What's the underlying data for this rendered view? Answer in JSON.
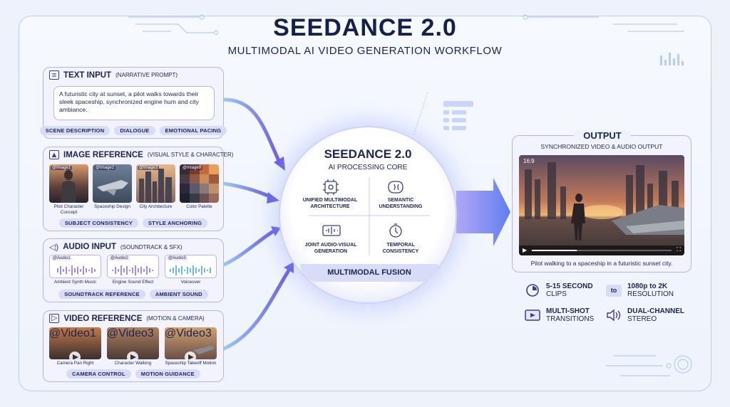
{
  "header": {
    "title": "SEEDANCE 2.0",
    "subtitle": "MULTIMODAL AI VIDEO GENERATION WORKFLOW"
  },
  "text_input": {
    "title": "TEXT INPUT",
    "sub": "(NARRATIVE PROMPT)",
    "prompt": "A futuristic city at sunset, a pilot walks towards their sleek spaceship, synchronized engine hum and city ambiance.",
    "tags": [
      "SCENE DESCRIPTION",
      "DIALOGUE",
      "EMOTIONAL PACING"
    ]
  },
  "image_ref": {
    "title": "IMAGE REFERENCE",
    "sub": "(VISUAL STYLE & CHARACTER)",
    "items": [
      {
        "tag": "@Image1",
        "caption": "Pilot Character Concept"
      },
      {
        "tag": "@Image2",
        "caption": "Spaceship Design"
      },
      {
        "tag": "@Image3",
        "caption": "City Architecture"
      },
      {
        "tag": "@Image9",
        "caption": "Color Palette"
      }
    ],
    "tags": [
      "SUBJECT CONSISTENCY",
      "STYLE ANCHORING"
    ]
  },
  "audio_input": {
    "title": "AUDIO INPUT",
    "sub": "(SOUNDTRACK & SFX)",
    "items": [
      {
        "tag": "@Audio1",
        "caption": "Ambient Synth Music"
      },
      {
        "tag": "@Audio2",
        "caption": "Engine Sound Effect"
      },
      {
        "tag": "@Audio3",
        "caption": "Voiceover"
      }
    ],
    "tags": [
      "SOUNDTRACK REFERENCE",
      "AMBIENT SOUND"
    ]
  },
  "video_ref": {
    "title": "VIDEO REFERENCE",
    "sub": "(MOTION & CAMERA)",
    "items": [
      {
        "tag": "@Video1",
        "caption": "Camera Pan Right"
      },
      {
        "tag": "@Video3",
        "caption": "Character Walking"
      },
      {
        "tag": "@Video3",
        "caption": "Spaceship Takeoff Motion"
      }
    ],
    "tags": [
      "CAMERA CONTROL",
      "MOTION GUIDANCE"
    ]
  },
  "core": {
    "title": "SEEDANCE 2.0",
    "subtitle": "AI PROCESSING CORE",
    "features": [
      "UNIFIED MULTIMODAL ARCHITECTURE",
      "SEMANTIC UNDERSTANDING",
      "JOINT AUDIO-VISUAL GENERATION",
      "TEMPORAL CONSISTENCY"
    ],
    "fusion": "MULTIMODAL FUSION"
  },
  "output": {
    "title": "OUTPUT",
    "subtitle": "SYNCHRONIZED VIDEO & AUDIO OUTPUT",
    "aspect": "16:9",
    "caption": "Pilot walking to a spaceship in a futuristic sunset city.",
    "progress": 0.32,
    "specs": [
      {
        "icon": "clock-icon",
        "l1": "5-15 SECOND",
        "l2": "CLIPS"
      },
      {
        "icon": "upscale-icon",
        "l1": "1080p to 2K",
        "l2": "RESOLUTION"
      },
      {
        "icon": "multishot-icon",
        "l1": "MULTI-SHOT",
        "l2": "TRANSITIONS"
      },
      {
        "icon": "speaker-icon",
        "l1": "DUAL-CHANNEL",
        "l2": "STEREO"
      }
    ],
    "to_label": "to"
  },
  "colors": {
    "accent": "#6b6fe8",
    "navy": "#16204d",
    "panel_border": "#b7b4ea"
  }
}
